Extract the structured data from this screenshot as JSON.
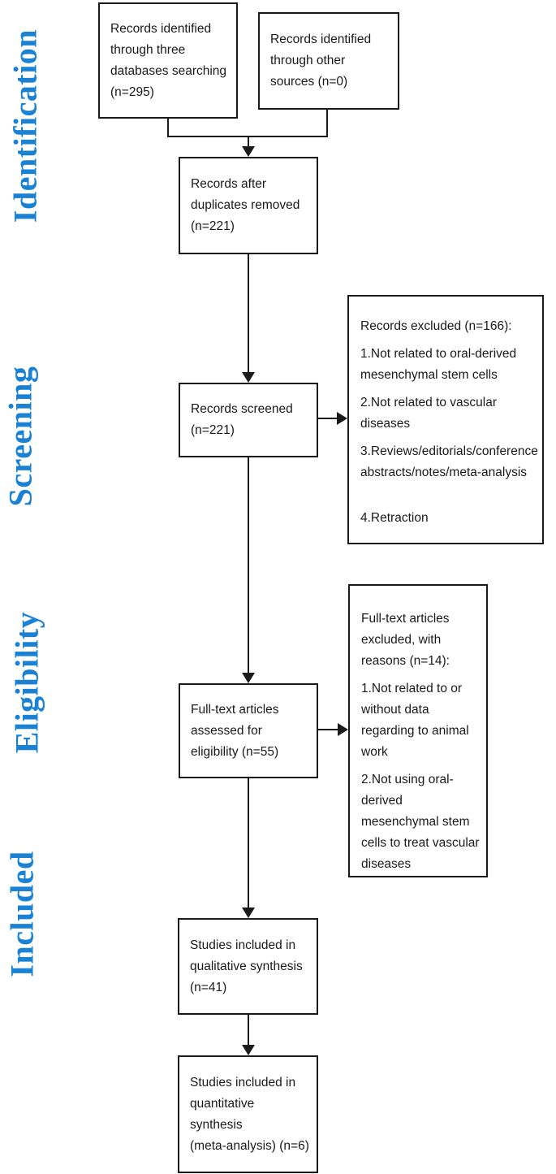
{
  "colors": {
    "stage_label_blue": "#1b82d3",
    "line_black": "#1a1a1a",
    "box_background": "#ffffff"
  },
  "stage_labels": [
    {
      "label": "Identification"
    },
    {
      "label": "Screening"
    },
    {
      "label": "Eligibility"
    },
    {
      "label": "Included"
    }
  ],
  "boxes": {
    "identified_databases": {
      "lines": [
        "Records identified",
        "through three",
        "databases searching",
        "(n=295)"
      ]
    },
    "identified_other": {
      "lines": [
        "Records identified",
        "through other",
        "sources (n=0)"
      ]
    },
    "duplicates_removed": {
      "lines": [
        "Records after",
        "duplicates removed",
        "(n=221)"
      ]
    },
    "records_screened": {
      "lines": [
        "Records screened",
        "(n=221)"
      ]
    },
    "records_excluded": {
      "title": "Records excluded (n=166):",
      "items": [
        "1.Not related to oral-derived mesenchymal stem cells",
        "2.Not related to vascular diseases",
        "3.Reviews/editorials/conference abstracts/notes/meta-analysis",
        "4.Retraction"
      ]
    },
    "fulltext_assessed": {
      "lines": [
        "Full-text articles",
        "assessed for",
        "eligibility (n=55)"
      ]
    },
    "fulltext_excluded": {
      "title": "Full-text articles excluded, with reasons (n=14):",
      "items": [
        "1.Not related to or without data regarding to animal work",
        "2.Not using oral-derived mesenchymal stem cells to treat vascular diseases"
      ]
    },
    "qualitative_synthesis": {
      "lines": [
        "Studies included in",
        "qualitative synthesis",
        "(n=41)"
      ]
    },
    "quantitative_synthesis": {
      "lines": [
        "Studies included in",
        "quantitative",
        "synthesis",
        "(meta-analysis) (n=6)"
      ]
    }
  }
}
